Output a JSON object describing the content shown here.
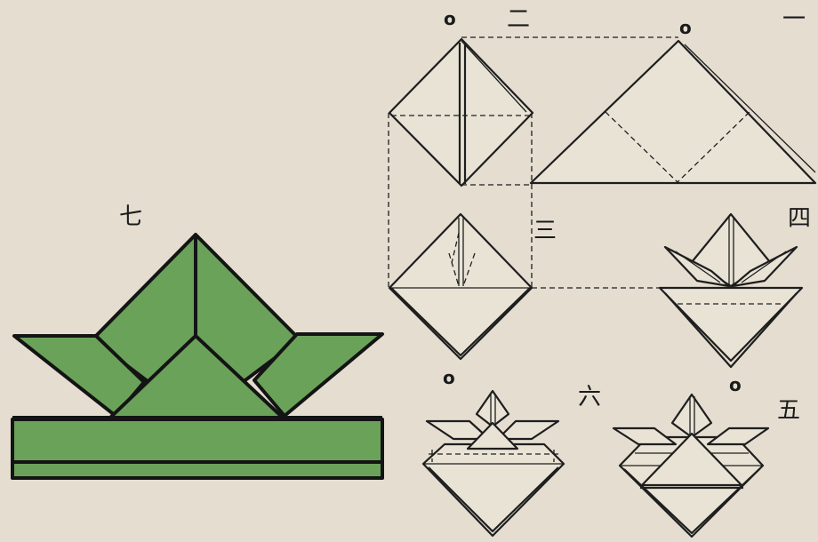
{
  "steps": {
    "one": "一",
    "two": "二",
    "three": "三",
    "four": "四",
    "five": "五",
    "six": "六",
    "seven": "七"
  },
  "marks": {
    "two": "o",
    "one": "o",
    "six": "o",
    "five": "o"
  },
  "colors": {
    "background": "#e4ddd0",
    "paper": "#e9e3d6",
    "green": "#6aa25a",
    "ink": "#1e1e1e"
  }
}
